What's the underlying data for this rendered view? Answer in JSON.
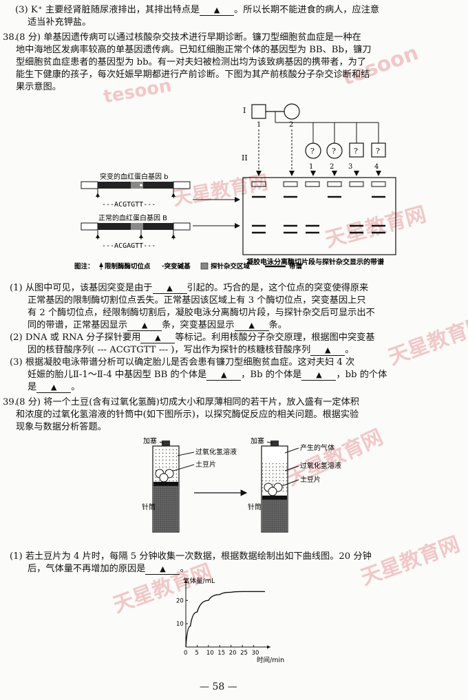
{
  "q37_3": {
    "line1": "(3) K⁺ 主要经肾脏随尿液排出，其排出特点是",
    "line1_after": "。所以长期不能进食的病人，应注意",
    "line2": "适当补充钾盐。"
  },
  "blank_mark": "▲",
  "q38": {
    "number": "38.",
    "lines": [
      "(8 分) 单基因遗传病可以通过核酸杂交技术进行早期诊断。镰刀型细胞贫血症是一种在",
      "地中海地区发病率较高的单基因遗传病。已知红细胞正常个体的基因型为 BB、Bb，镰刀",
      "型细胞贫血症患者的基因型为 bb。有一对夫妇被检测出均为该致病基因的携带者，为了",
      "能生下健康的孩子，每次妊娠早期都进行产前诊断。下图为其产前核酸分子杂交诊断和结",
      "果示意图。"
    ],
    "figure": {
      "gen_I": "I",
      "gen_II": "II",
      "parent_labels": [
        "1",
        "2"
      ],
      "child_labels": [
        "1",
        "2",
        "3",
        "4"
      ],
      "child_mark": "?",
      "mutant_gene": "突变的血红蛋白基因 b",
      "mutant_seq": "---ACGTGTT---",
      "normal_gene": "正常的血红蛋白基因 B",
      "normal_seq": "---ACGAGTT---",
      "gel_caption": "凝胶电泳分离酶切片段与探针杂交显示的带谱",
      "legend_note": "图注：",
      "legend_site": "限制酶酶切位点",
      "legend_mut": "·突变碱基",
      "legend_probe": "探针杂交区域",
      "legend_band": "带谱"
    },
    "sub1": [
      "(1) 从图中可见，该基因突变是由于",
      "引起的。巧合的是，这个位点的突变使得原来",
      "正常基因的限制酶切割位点丢失。正常基因该区域上有 3 个酶切位点，突变基因上只",
      "有 2 个酶切位点，经限制酶切割后，凝胶电泳分离酶切片段，与探针杂交后可显示出不",
      "同的带谱，正常基因显示",
      "条，突变基因显示",
      "条。"
    ],
    "sub2": [
      "(2) DNA 或 RNA 分子探针要用",
      "等标记。利用核酸分子杂交原理，根据图中突变基",
      "因的核苷酸序列( --- ACGTGTT --- )，写出作为探针的核糖核苷酸序列",
      "。"
    ],
    "sub3": [
      "(3) 根据凝胶电泳带谱分析可以确定胎儿是否会患有镰刀型细胞贫血症。这对夫妇 4 次",
      "妊娠的胎儿Ⅱ-1～Ⅱ-4 中基因型 BB 的个体是",
      "，Bb 的个体是",
      "，bb 的个体",
      "是",
      "。"
    ]
  },
  "q39": {
    "number": "39.",
    "lines": [
      "(8 分) 将一个土豆(含有过氧化氢酶)切成大小和厚薄相同的若干片，放入盛有一定体积",
      "和浓度的过氧化氢溶液的针筒中(如下图所示)，以探究酶促反应的相关问题。根据实验",
      "现象与数据分析答题。"
    ],
    "figure": {
      "plug": "加塞",
      "solution": "过氧化氢溶液",
      "potato": "土豆片",
      "syringe": "针筒",
      "gas": "产生的气体"
    },
    "sub1": [
      "(1) 若土豆片为 4 片时，每隔 5 分钟收集一次数据，根据数据绘制出如下曲线图。20 分钟",
      "后，气体量不再增加的原因是",
      "。"
    ]
  },
  "chart_data": {
    "type": "line",
    "title": "",
    "xlabel": "时间/min",
    "ylabel": "气体量/mL",
    "x_ticks": [
      0,
      5,
      10,
      15,
      20,
      25,
      30
    ],
    "y_ticks": [
      10,
      20
    ],
    "origin_label": "0",
    "xlim": [
      0,
      35
    ],
    "ylim": [
      0,
      26
    ],
    "series": [
      {
        "x": [
          0,
          2,
          5,
          10,
          15,
          20,
          25,
          30,
          35
        ],
        "y": [
          0,
          9,
          15,
          20,
          22.5,
          23.5,
          23.8,
          23.8,
          23.8
        ]
      }
    ]
  },
  "page_number": "— 58 —",
  "watermark": {
    "cn": "天星教育网",
    "en": "tesoon"
  },
  "colors": {
    "watermark": "#e8a0a0",
    "ink": "#111111",
    "probe": "#777777"
  }
}
